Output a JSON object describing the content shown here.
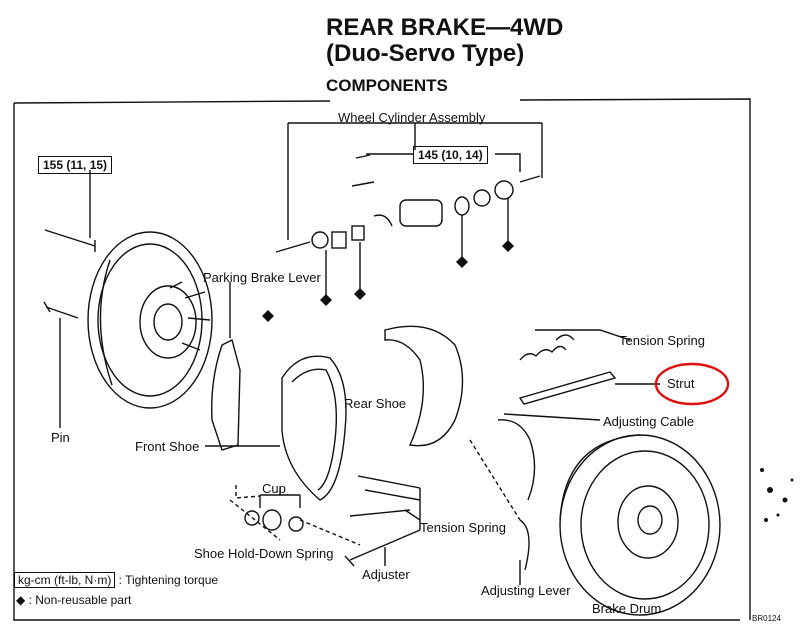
{
  "header": {
    "title_line1": "REAR BRAKE—4WD",
    "title_line2": "(Duo-Servo Type)",
    "section": "COMPONENTS"
  },
  "torques": {
    "left": "155 (11, 15)",
    "cylinder": "145 (10, 14)"
  },
  "labels": {
    "wheel_cylinder": "Wheel Cylinder Assembly",
    "parking_brake_lever": "Parking Brake Lever",
    "tension_spring_upper": "Tension Spring",
    "strut": "Strut",
    "rear_shoe": "Rear Shoe",
    "adjusting_cable": "Adjusting Cable",
    "pin": "Pin",
    "front_shoe": "Front Shoe",
    "cup": "Cup",
    "tension_spring_lower": "Tension Spring",
    "shoe_hold_down_spring": "Shoe Hold-Down Spring",
    "adjuster": "Adjuster",
    "adjusting_lever": "Adjusting Lever",
    "brake_drum": "Brake Drum"
  },
  "legend": {
    "unit": "kg-cm (ft-lb, N·m)",
    "unit_desc": ": Tightening torque",
    "symbol": "◆",
    "symbol_desc": ":  Non-reusable part"
  },
  "figure_code": "BR0124",
  "colors": {
    "ink": "#111111",
    "highlight": "#e01010"
  }
}
